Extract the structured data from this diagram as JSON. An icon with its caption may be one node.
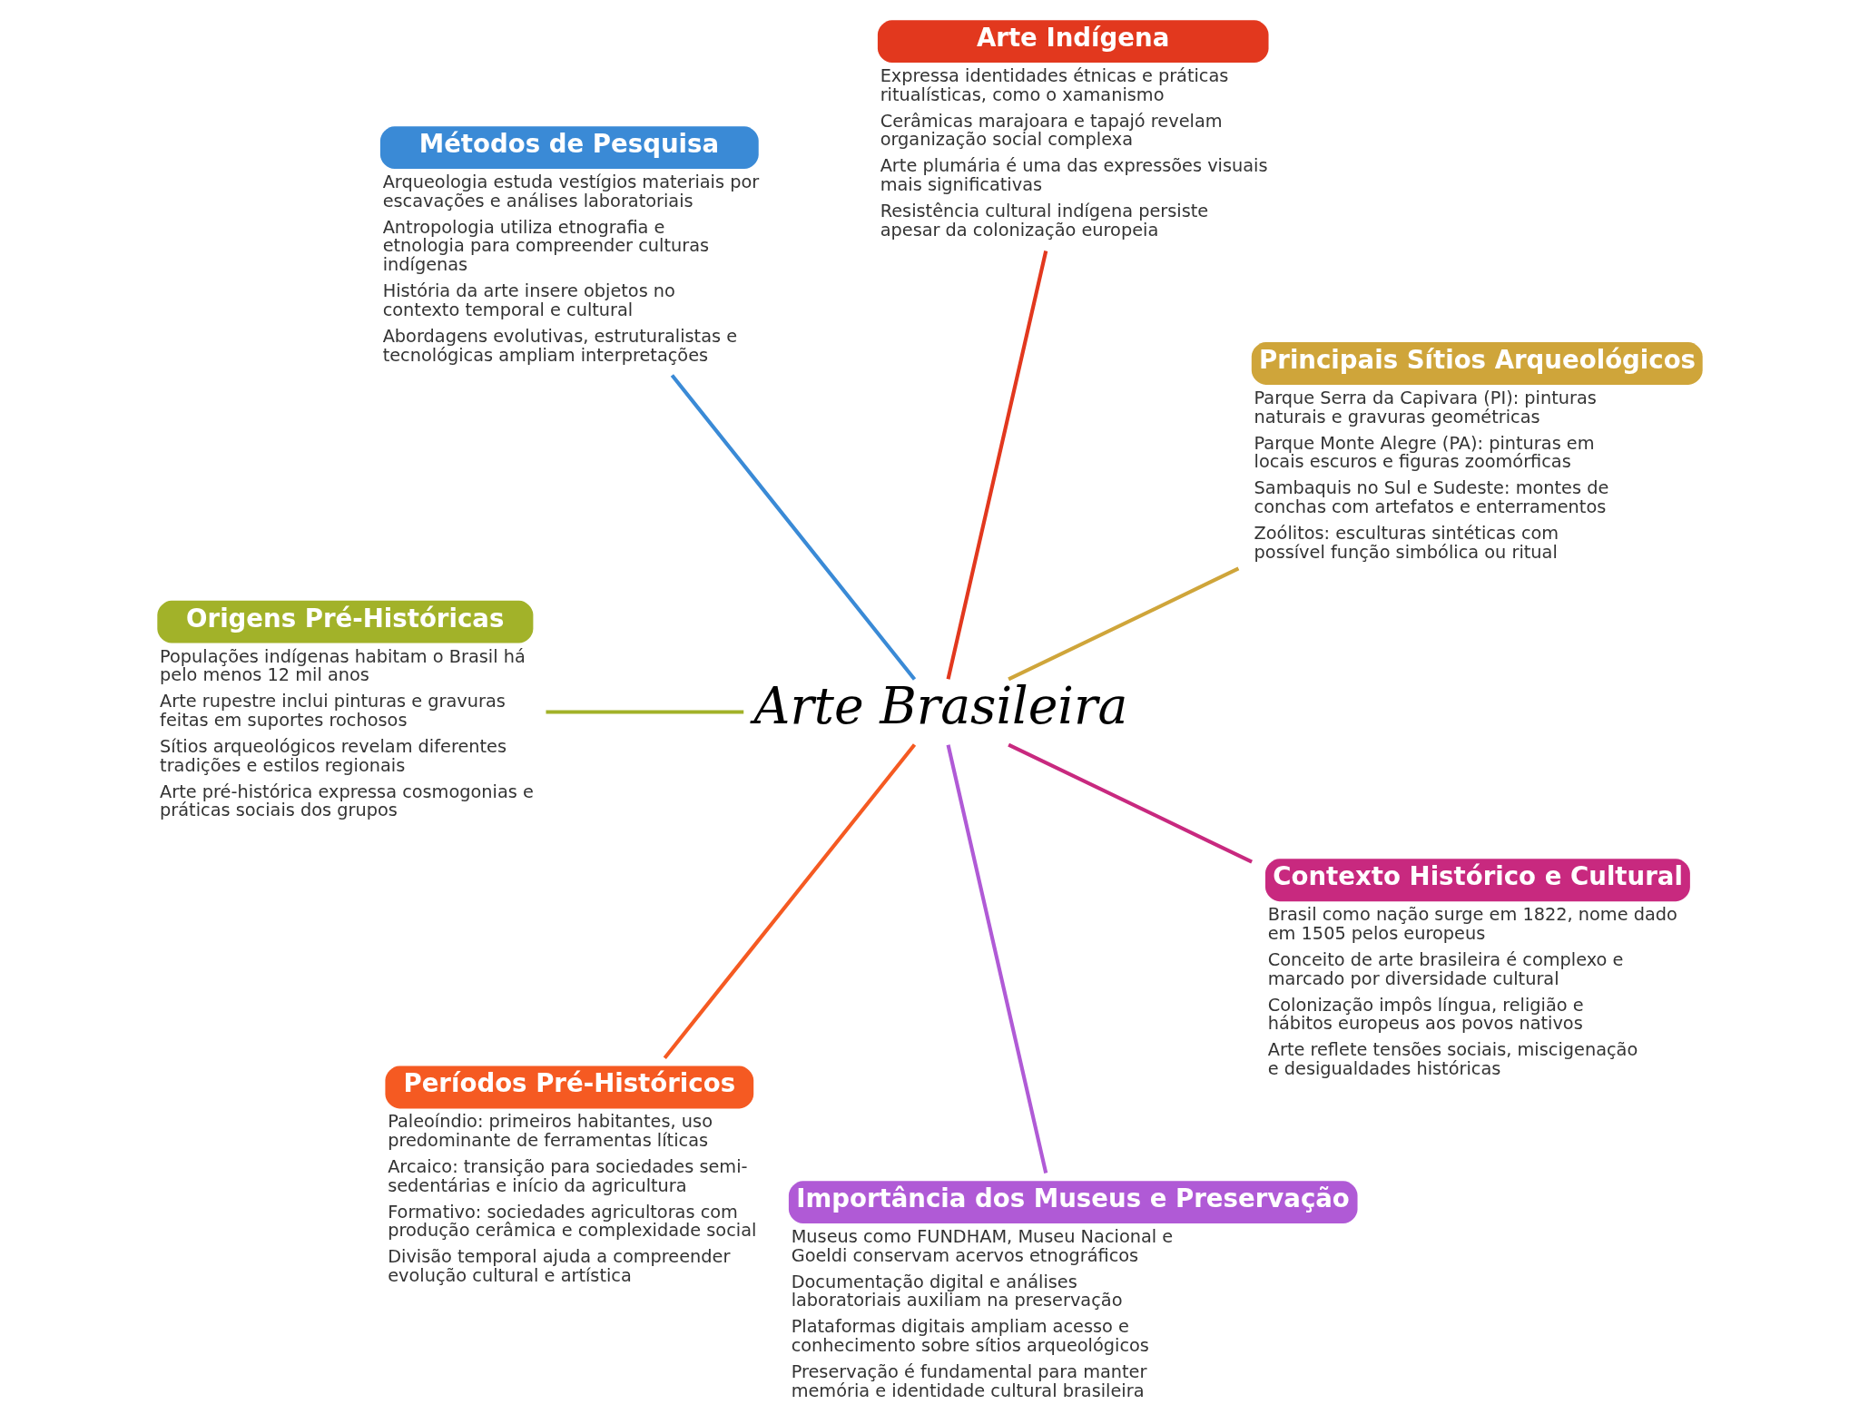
{
  "diagram": {
    "nodes": [
      {
        "text": [
          "Arte Brasileira"
        ]
      },
      {
        "text": [
          "Métodos de Pesquisa",
          "Arqueologia estuda vestígios materiais por escavações e análises laboratoriais",
          "Antropologia utiliza etnografia e etnologia para compreender culturas indígenas",
          "História da arte insere objetos no contexto temporal e cultural",
          "Abordagens evolutivas, estruturalistas e tecnológicas ampliam interpretações"
        ]
      },
      {
        "text": [
          "Arte Indígena",
          "Expressa identidades étnicas e práticas ritualísticas, como o xamanismo",
          "Cerâmicas marajoara e tapajó revelam organização social complexa",
          "Arte plumária é uma das expressões visuais mais significativas",
          "Resistência cultural indígena persiste apesar da colonização europeia"
        ]
      },
      {
        "text": [
          "Origens Pré-Históricas",
          "Populações indígenas habitam o Brasil há pelo menos 12 mil anos",
          "Arte rupestre inclui pinturas e gravuras feitas em suportes rochosos",
          "Sítios arqueológicos revelam diferentes tradições e estilos regionais",
          "Arte pré-histórica expressa cosmogonias e práticas sociais dos grupos"
        ]
      },
      {
        "text": [
          "Principais Sítios Arqueológicos",
          "Parque Serra da Capivara (PI): pinturas naturais e gravuras geométricas",
          "Parque Monte Alegre (PA): pinturas em locais escuros e figuras zoomórficas",
          "Sambaquis no Sul e Sudeste: montes de conchas com artefatos e enterramentos",
          "Zoólitos: esculturas sintéticas com possível função simbólica ou ritual"
        ]
      },
      {
        "text": [
          "Importância dos Museus e Preservação",
          "Museus como FUNDHAM, Museu Nacional e Goeldi conservam acervos etnográficos",
          "Documentação digital e análises laboratoriais auxiliam na preservação",
          "Plataformas digitais ampliam acesso e conhecimento sobre sítios arqueológicos",
          "Preservação é fundamental para manter memória e identidade cultural brasileira"
        ]
      },
      {
        "text": [
          "Períodos Pré-Históricos",
          "Paleoíndio: primeiros habitantes, uso predominante de ferramentas líticas",
          "Arcaico: transição para sociedades semi-sedentárias e início da agricultura",
          "Formativo: sociedades agricultoras com produção cerâmica e complexidade social",
          "Divisão temporal ajuda a compreender evolução cultural e artística"
        ]
      },
      {
        "text": [
          "Contexto Histórico e Cultural",
          "Brasil como nação surge em 1822, nome dado em 1505 pelos europeus",
          "Conceito de arte brasileira é complexo e marcado por diversidade cultural",
          "Colonização impôs língua, religião e hábitos europeus aos povos nativos",
          "Arte reflete tensões sociais, miscigenação e desigualdades históricas"
        ]
      }
    ],
    "edges": [
      {
        "from": 0,
        "to": 1,
        "arrow": "none",
        "color": "#3a8ad6"
      },
      {
        "from": 0,
        "to": 2,
        "arrow": "none",
        "color": "#e2381e"
      },
      {
        "from": 0,
        "to": 3,
        "arrow": "none",
        "color": "#a2b229"
      },
      {
        "from": 0,
        "to": 4,
        "arrow": "none",
        "color": "#cfa53a"
      },
      {
        "from": 0,
        "to": 5,
        "arrow": "none",
        "color": "#b05ad6"
      },
      {
        "from": 0,
        "to": 6,
        "arrow": "none",
        "color": "#f55a22"
      },
      {
        "from": 0,
        "to": 7,
        "arrow": "none",
        "color": "#c8297f"
      }
    ]
  }
}
